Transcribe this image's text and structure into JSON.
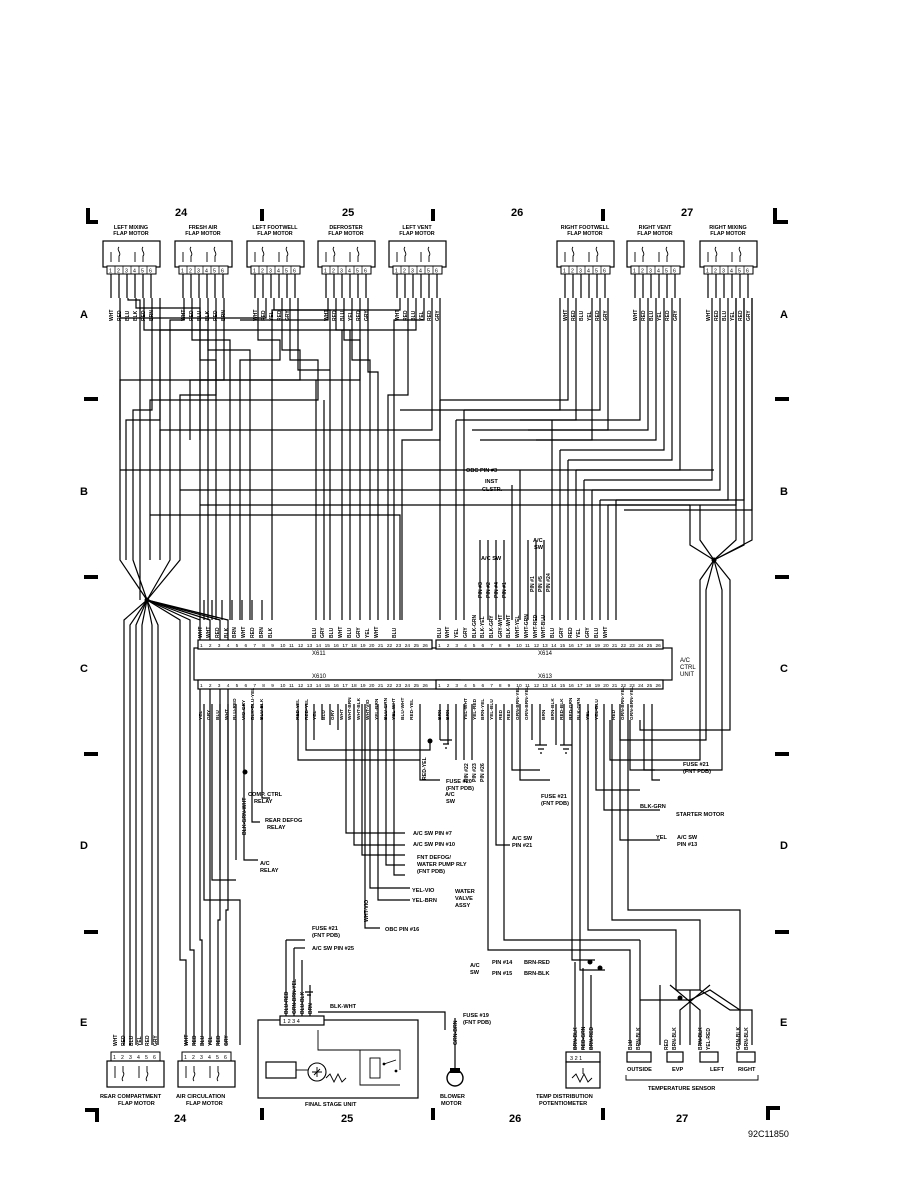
{
  "grid": {
    "top_cols": [
      "24",
      "25",
      "26",
      "27"
    ],
    "bottom_cols": [
      "24",
      "25",
      "26",
      "27"
    ],
    "rows": [
      "A",
      "B",
      "C",
      "D",
      "E"
    ]
  },
  "motors_top": [
    {
      "name1": "LEFT MIXING",
      "name2": "FLAP MOTOR",
      "wires": [
        "WHT",
        "RED",
        "BLU",
        "BLK",
        "RED",
        "BRN"
      ]
    },
    {
      "name1": "FRESH AIR",
      "name2": "FLAP MOTOR",
      "wires": [
        "WHT",
        "RED",
        "BLU",
        "BLK",
        "RED",
        "BRN"
      ]
    },
    {
      "name1": "LEFT FOOTWELL",
      "name2": "FLAP MOTOR",
      "wires": [
        "WHT",
        "RED",
        "YEL",
        "RED",
        "GRY"
      ]
    },
    {
      "name1": "DEFROSTER",
      "name2": "FLAP MOTOR",
      "wires": [
        "WHT",
        "RED",
        "BLU",
        "YEL",
        "RED",
        "GRY"
      ]
    },
    {
      "name1": "LEFT VENT",
      "name2": "FLAP MOTOR",
      "wires": [
        "WHT",
        "RED",
        "BLU",
        "YEL",
        "RED",
        "GRY"
      ]
    },
    {
      "name1": "RIGHT FOOTWELL",
      "name2": "FLAP MOTOR",
      "wires": [
        "WHT",
        "RED",
        "BLU",
        "YEL",
        "RED",
        "GRY"
      ]
    },
    {
      "name1": "RIGHT VENT",
      "name2": "FLAP MOTOR",
      "wires": [
        "WHT",
        "RED",
        "BLU",
        "YEL",
        "RED",
        "GRY"
      ]
    },
    {
      "name1": "RIGHT MIXING",
      "name2": "FLAP MOTOR",
      "wires": [
        "WHT",
        "RED",
        "BLU",
        "YEL",
        "RED",
        "GRY"
      ]
    }
  ],
  "unit": {
    "label1": "A/C",
    "label2": "CTRL",
    "label3": "UNIT",
    "x611": "X611",
    "x614": "X614",
    "x610": "X610",
    "x613": "X613",
    "x611_top_wires": [
      "WHT",
      "WHT",
      "RED",
      "BLK",
      "BRN",
      "WHT",
      "RED",
      "BRN",
      "BLK",
      "BLU",
      "GRY",
      "BLU",
      "WHT",
      "BLU",
      "GRY",
      "YEL",
      "WHT",
      "BLU"
    ],
    "x614_top_wires": [
      "BLU",
      "WHT",
      "YEL",
      "GRY",
      "BLK-GRN",
      "BLK-YEL",
      "BLK-GRY",
      "GRY-WHT",
      "BLK-WHT",
      "WHT-YEL",
      "WHT-GRN",
      "WHT-RED",
      "WHT-BLU",
      "BLU",
      "GRY",
      "RED",
      "YEL",
      "GRY",
      "BLU",
      "WHT"
    ],
    "x610_bot_wires": [
      "YEL",
      "GRY",
      "BLU",
      "WHT",
      "BLU-RED",
      "VIO-GRY",
      "BLK-BLU-YEL",
      "BLU-BLK",
      "RED-YEL",
      "RED-YEL",
      "YEL",
      "BLU",
      "GRY",
      "WHT",
      "WHT-BRN",
      "WHT-BLK",
      "WHT-VIO",
      "YEL-BRN",
      "BLU-GRN",
      "YEL-WHT",
      "BLU-WHT",
      "RED-YEL"
    ],
    "x613_bot_wires": [
      "BRN",
      "BRN",
      "YEL-WHT",
      "YEL-RED",
      "BRN-YEL",
      "YEL-BLU",
      "RED",
      "RED",
      "GRN-BRN-YEL",
      "GRN-BRN-YEL",
      "BRN",
      "BRN-BLK",
      "RED-BLK",
      "RED-GRN",
      "BLK-GRN",
      "YEL",
      "YEL-BLU",
      "RED",
      "GRN-BRN-YEL",
      "GRN-BRN-YEL"
    ]
  },
  "labels": {
    "obc3": "OBC PIN #3",
    "inst1": "INST",
    "inst2": "CLSTR.",
    "acsw_left": "A/C SW",
    "acsw_left_pins": [
      "PIN #3",
      "PIN #2",
      "PIN #4",
      "PIN #1"
    ],
    "acsw_right1": "A/C",
    "acsw_right2": "SW",
    "acsw_right_pins": [
      "PIN #1",
      "PIN #5",
      "PIN #24"
    ],
    "comp1": "COMP. CTRL",
    "comp2": "RELAY",
    "defog1": "REAR DEFOG",
    "defog2": "RELAY",
    "ac_relay1": "A/C",
    "ac_relay2": "RELAY",
    "fuse20_1": "FUSE #20",
    "fuse20_2": "(FNT PDB)",
    "redyel": "RED-YEL",
    "acsw_mid_pins": [
      "PIN #22",
      "PIN #23",
      "PIN #26"
    ],
    "acsw_mid1": "A/C",
    "acsw_mid2": "SW",
    "fuse21a_1": "FUSE #21",
    "fuse21a_2": "(FNT PDB)",
    "fuse21b_1": "FUSE #21",
    "fuse21b_2": "(FNT PDB)",
    "blkgrn": "BLK-GRN",
    "starter": "STARTER MOTOR",
    "yel": "YEL",
    "acsw13_1": "A/C SW",
    "acsw13_2": "PIN #13",
    "acsw21_1": "A/C SW",
    "acsw21_2": "PIN #21",
    "acsw7": "A/C SW PIN #7",
    "acsw10": "A/C SW PIN #10",
    "fnt1": "FNT DEFOG/",
    "fnt2": "WATER PUMP RLY",
    "fnt3": "(FNT PDB)",
    "yelvio": "YEL-VIO",
    "yelbrn": "YEL-BRN",
    "water1": "WATER",
    "water2": "VALVE",
    "water3": "ASSY",
    "whtvio": "WHT-VIO",
    "obc16": "OBC PIN #16",
    "fuse21c_1": "FUSE #21",
    "fuse21c_2": "(FNT PDB)",
    "acsw25": "A/C SW PIN #25",
    "blkwht": "BLK-WHT",
    "fuse19_1": "FUSE #19",
    "fuse19_2": "(FNT PDB)",
    "acsw_e1": "A/C",
    "acsw_e2": "SW",
    "pin14": "PIN #14",
    "pin15": "PIN #15",
    "brnred": "BRN-RED",
    "brnblk": "BRN-BLK",
    "stage_wires": [
      "BLU-RED",
      "GRN-BRN-YEL",
      "BLU-BLK",
      "BRN"
    ],
    "grnbrn": "GRN-BRN",
    "rear1": "REAR COMPARTMENT",
    "rear2": "FLAP MOTOR",
    "aircirc1": "AIR CIRCULATION",
    "aircirc2": "FLAP MOTOR",
    "stage": "FINAL STAGE UNIT",
    "blower1": "BLOWER",
    "blower2": "MOTOR",
    "temp1": "TEMP DISTRIBUTION",
    "temp2": "POTENTIOMETER",
    "temp_wires": [
      "BRN-BLK",
      "RED-GRN",
      "BRN-RED"
    ],
    "sens_wires": [
      "BLU",
      "BRN-BLK",
      "RED",
      "BRN-BLK",
      "BRN-BLK",
      "YEL-RED",
      "GRN-BLK",
      "BRN-BLK"
    ],
    "outside": "OUTSIDE",
    "evp": "EVP",
    "left": "LEFT",
    "right": "RIGHT",
    "tempsensor": "TEMPERATURE SENSOR",
    "code": "92C11850"
  },
  "motors_bottom": [
    {
      "wires": [
        "WHT",
        "RED",
        "BLU",
        "YEL",
        "RED",
        "GRY"
      ]
    },
    {
      "wires": [
        "WHT",
        "RED",
        "BLU",
        "YEL",
        "RED",
        "GRY"
      ]
    }
  ]
}
